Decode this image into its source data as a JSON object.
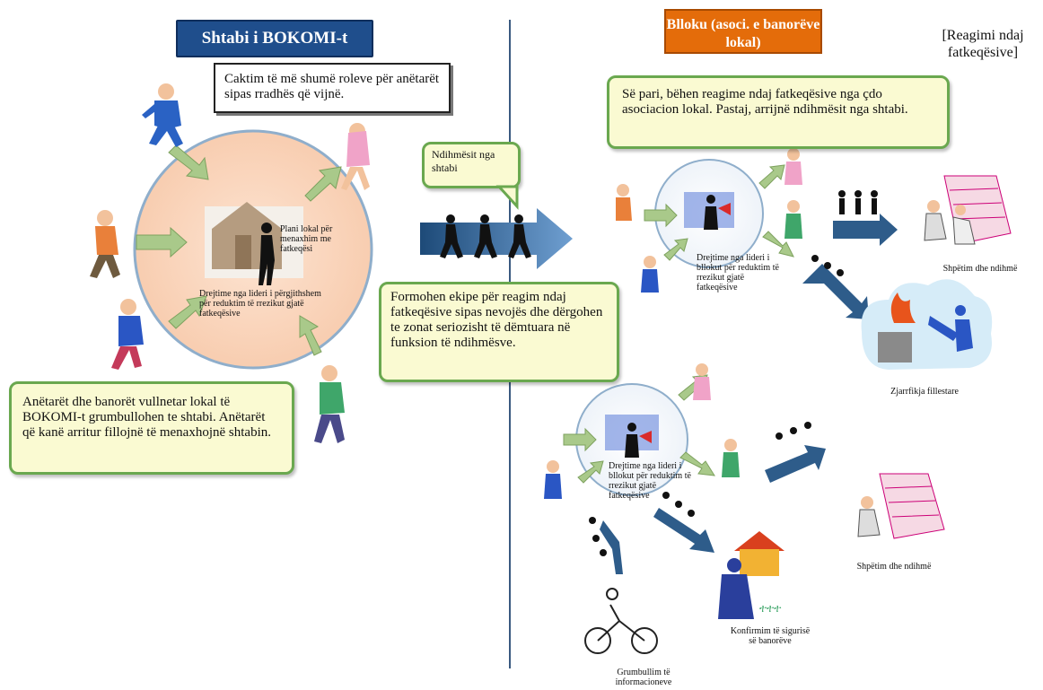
{
  "left": {
    "header": "Shtabi i BOKOMI-t",
    "roles_box": "Caktim të më shumë roleve për anëtarët sipas rradhës që vijnë.",
    "plan_label": "Plani lokal për menaxhim me fatkeqësi",
    "leader_label": "Drejtime nga lideri i përgjithshem për reduktim të rrezikut gjatë fatkeqësive",
    "gather_box": "Anëtarët dhe banorët vullnetar lokal të BOKOMI-t grumbullohen te shtabi. Anëtarët që kanë arritur fillojnë të menaxhojnë shtabin."
  },
  "middle": {
    "helpers_bubble": "Ndihmësit nga shtabi",
    "teams_box": "Formohen ekipe për reagim ndaj fatkeqësive sipas nevojës dhe dërgohen te zonat seriozisht të dëmtuara në funksion të ndihmësve."
  },
  "right": {
    "header": "Blloku (asoci. e banorëve lokal)",
    "corner_label": "[Reagimi ndaj fatkeqësive]",
    "first_box": "Së pari, bëhen reagime ndaj fatkeqësive nga çdo asociacion lokal. Pastaj, arrijnë ndihmësit nga shtabi.",
    "block_leader_1": "Drejtime nga lideri i bllokut për reduktim të rrezikut gjatë fatkeqësive",
    "block_leader_2": "Drejtime nga lideri i bllokut për reduktim të rrezikut gjatë fatkeqësive",
    "rescue_1": "Shpëtim dhe ndihmë",
    "fire": "Zjarrfikja fillestare",
    "rescue_2": "Shpëtim dhe ndihmë",
    "confirm": "Konfirmim të sigurisë së banorëve",
    "info": "Grumbullim të informacioneve"
  },
  "colors": {
    "left_header": "#1f4e8c",
    "right_header": "#e46c0a",
    "callout_border": "#6aa84f",
    "callout_bg": "#fafad2",
    "arrow_green": "#a9c98a",
    "arrow_blue": "#2e5c8a"
  }
}
